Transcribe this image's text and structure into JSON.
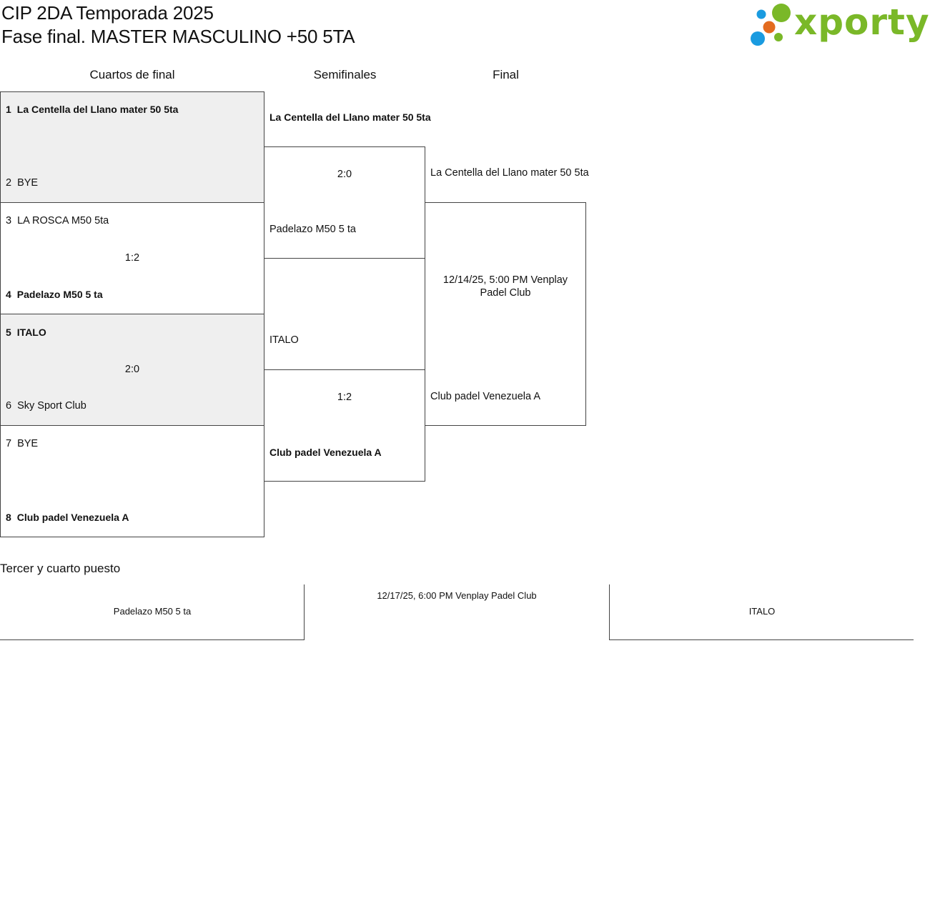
{
  "header": {
    "title_line1": "CIP 2DA Temporada 2025",
    "title_line2": "Fase final. MASTER MASCULINO +50 5TA",
    "logo_text": "xporty",
    "logo_colors": [
      "#1a9be0",
      "#e36b1f",
      "#7ab828"
    ]
  },
  "rounds": {
    "quarterfinals": "Cuartos de final",
    "semifinals": "Semifinales",
    "final": "Final"
  },
  "quarterfinals": [
    {
      "seed_a": "1",
      "team_a": "La Centella del Llano mater 50 5ta",
      "seed_b": "2",
      "team_b": "BYE",
      "score": "",
      "winner": "a",
      "shaded": true
    },
    {
      "seed_a": "3",
      "team_a": "LA ROSCA M50 5ta",
      "seed_b": "4",
      "team_b": "Padelazo M50 5 ta",
      "score": "1:2",
      "winner": "b",
      "shaded": false
    },
    {
      "seed_a": "5",
      "team_a": "ITALO",
      "seed_b": "6",
      "team_b": "Sky Sport Club",
      "score": "2:0",
      "winner": "a",
      "shaded": true
    },
    {
      "seed_a": "7",
      "team_a": "BYE",
      "seed_b": "8",
      "team_b": "Club padel Venezuela A",
      "score": "",
      "winner": "b",
      "shaded": false
    }
  ],
  "semifinals": [
    {
      "team_a": "La Centella del Llano mater 50 5ta",
      "team_b": "Padelazo M50 5 ta",
      "score": "2:0",
      "winner": "a"
    },
    {
      "team_a": "ITALO",
      "team_b": "Club padel Venezuela A",
      "score": "1:2",
      "winner": "b"
    }
  ],
  "final": {
    "team_a": "La Centella del Llano mater 50 5ta",
    "team_b": "Club padel Venezuela A",
    "schedule": "12/14/25, 5:00 PM Venplay Padel Club"
  },
  "third_place": {
    "heading": "Tercer y cuarto puesto",
    "team_a": "Padelazo M50 5 ta",
    "team_b": "ITALO",
    "schedule": "12/17/25, 6:00 PM Venplay Padel Club"
  }
}
